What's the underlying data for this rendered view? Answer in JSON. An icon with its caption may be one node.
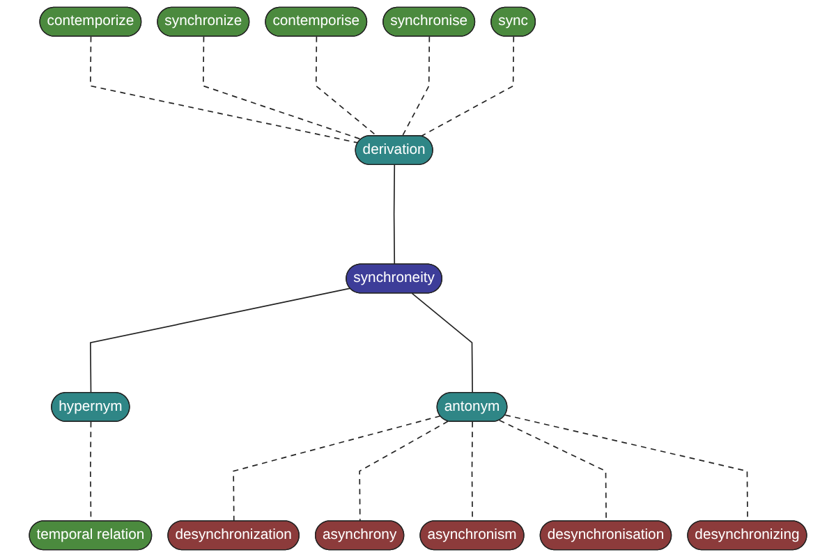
{
  "diagram": {
    "nodes": [
      {
        "text": [
          "contemporize"
        ]
      },
      {
        "text": [
          "synchronize"
        ]
      },
      {
        "text": [
          "contemporise"
        ]
      },
      {
        "text": [
          "synchronise"
        ]
      },
      {
        "text": [
          "sync"
        ]
      },
      {
        "text": [
          "derivation"
        ]
      },
      {
        "text": [
          "synchroneity"
        ]
      },
      {
        "text": [
          "hypernym"
        ]
      },
      {
        "text": [
          "temporal relation"
        ]
      },
      {
        "text": [
          "desynchronization"
        ]
      },
      {
        "text": [
          "antonym"
        ]
      },
      {
        "text": [
          "asynchrony"
        ]
      },
      {
        "text": [
          "asynchronism"
        ]
      },
      {
        "text": [
          "desynchronisation"
        ]
      },
      {
        "text": [
          "desynchronizing"
        ]
      }
    ],
    "edges": [
      {
        "from": 0,
        "to": 5,
        "arrow": "none",
        "style": "dashed"
      },
      {
        "from": 1,
        "to": 5,
        "arrow": "none",
        "style": "dashed"
      },
      {
        "from": 2,
        "to": 5,
        "arrow": "none",
        "style": "dashed"
      },
      {
        "from": 3,
        "to": 5,
        "arrow": "none",
        "style": "dashed"
      },
      {
        "from": 4,
        "to": 5,
        "arrow": "none",
        "style": "dashed"
      },
      {
        "from": 5,
        "to": 6,
        "arrow": "none"
      },
      {
        "from": 6,
        "to": 7,
        "arrow": "none"
      },
      {
        "from": 6,
        "to": 10,
        "arrow": "none"
      },
      {
        "from": 7,
        "to": 8,
        "arrow": "none",
        "style": "dashed"
      },
      {
        "from": 10,
        "to": 9,
        "arrow": "none",
        "style": "dashed"
      },
      {
        "from": 10,
        "to": 11,
        "arrow": "none",
        "style": "dashed"
      },
      {
        "from": 10,
        "to": 12,
        "arrow": "none",
        "style": "dashed"
      },
      {
        "from": 10,
        "to": 13,
        "arrow": "none",
        "style": "dashed"
      },
      {
        "from": 10,
        "to": 14,
        "arrow": "none",
        "style": "dashed"
      }
    ]
  }
}
